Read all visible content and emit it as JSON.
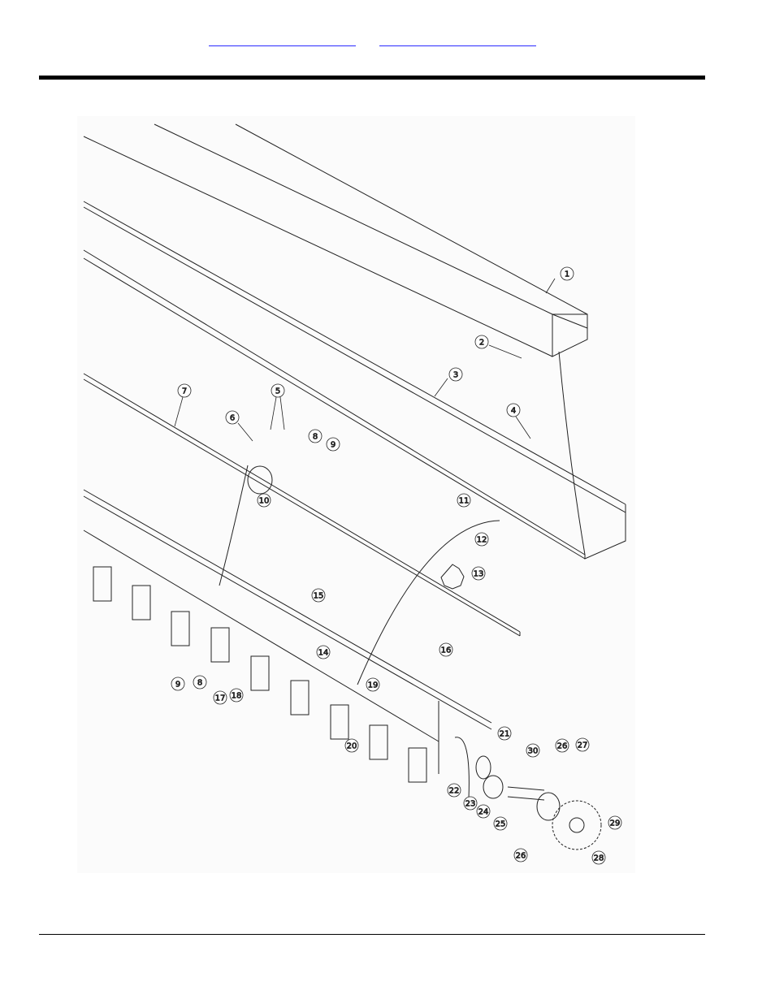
{
  "header": {
    "link_left": "",
    "link_right": ""
  },
  "diagram": {
    "callouts": [
      "1",
      "2",
      "3",
      "4",
      "5",
      "6",
      "7",
      "8",
      "9",
      "10",
      "11",
      "12",
      "13",
      "14",
      "15",
      "16",
      "17",
      "18",
      "19",
      "20",
      "21",
      "22",
      "23",
      "24",
      "25",
      "26",
      "27",
      "28",
      "29",
      "30",
      "9",
      "8",
      "26"
    ]
  }
}
